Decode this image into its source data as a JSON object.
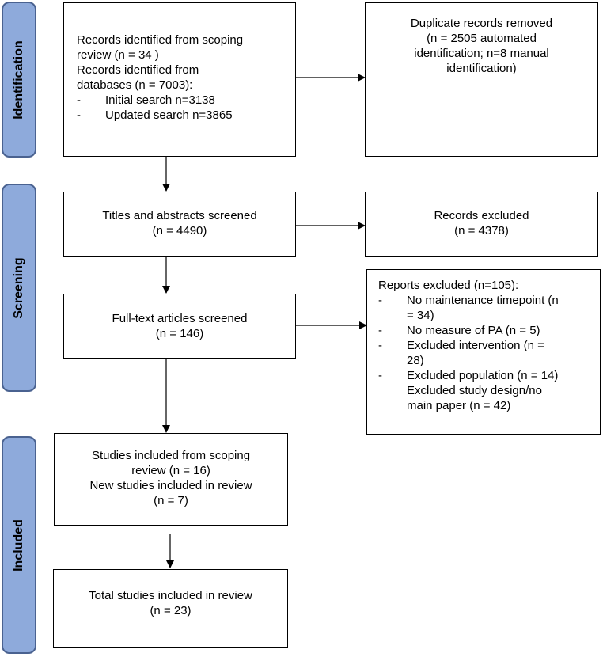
{
  "stages": {
    "identification": "Identification",
    "screening": "Screening",
    "included": "Included"
  },
  "identified": {
    "line1": "Records identified from scoping",
    "line2": "review (n = 34 )",
    "line3": "Records identified from",
    "line4": "databases (n = 7003):",
    "items": [
      {
        "dash": "-",
        "text": "Initial search n=3138"
      },
      {
        "dash": "-",
        "text": "Updated search n=3865"
      }
    ]
  },
  "duplicates": {
    "line1": "Duplicate records removed",
    "line2": "(n = 2505 automated",
    "line3": "identification; n=8 manual",
    "line4": "identification)"
  },
  "titles_screened": {
    "line1": "Titles and abstracts screened",
    "line2": "(n = 4490)"
  },
  "records_excluded": {
    "line1": "Records excluded",
    "line2": "(n = 4378)"
  },
  "fulltext_screened": {
    "line1": "Full-text articles screened",
    "line2": "(n = 146)"
  },
  "reports_excluded": {
    "title": "Reports excluded (n=105):",
    "rows": [
      {
        "dash": "-",
        "text": "No maintenance timepoint (n"
      },
      {
        "dash": "",
        "text": "= 34)"
      },
      {
        "dash": "-",
        "text": "No measure of PA (n = 5)"
      },
      {
        "dash": "-",
        "text": "Excluded intervention (n ="
      },
      {
        "dash": "",
        "text": "28)"
      },
      {
        "dash": "-",
        "text": "Excluded population (n = 14)"
      },
      {
        "dash": "",
        "text": "Excluded study design/no"
      },
      {
        "dash": "",
        "text": "main paper (n = 42)"
      }
    ]
  },
  "studies_included": {
    "line1": "Studies included from scoping",
    "line2": "review (n = 16)",
    "line3": "New studies included in review",
    "line4": "(n = 7)"
  },
  "total_included": {
    "line1": "Total studies included in review",
    "line2": "(n = 23)"
  }
}
